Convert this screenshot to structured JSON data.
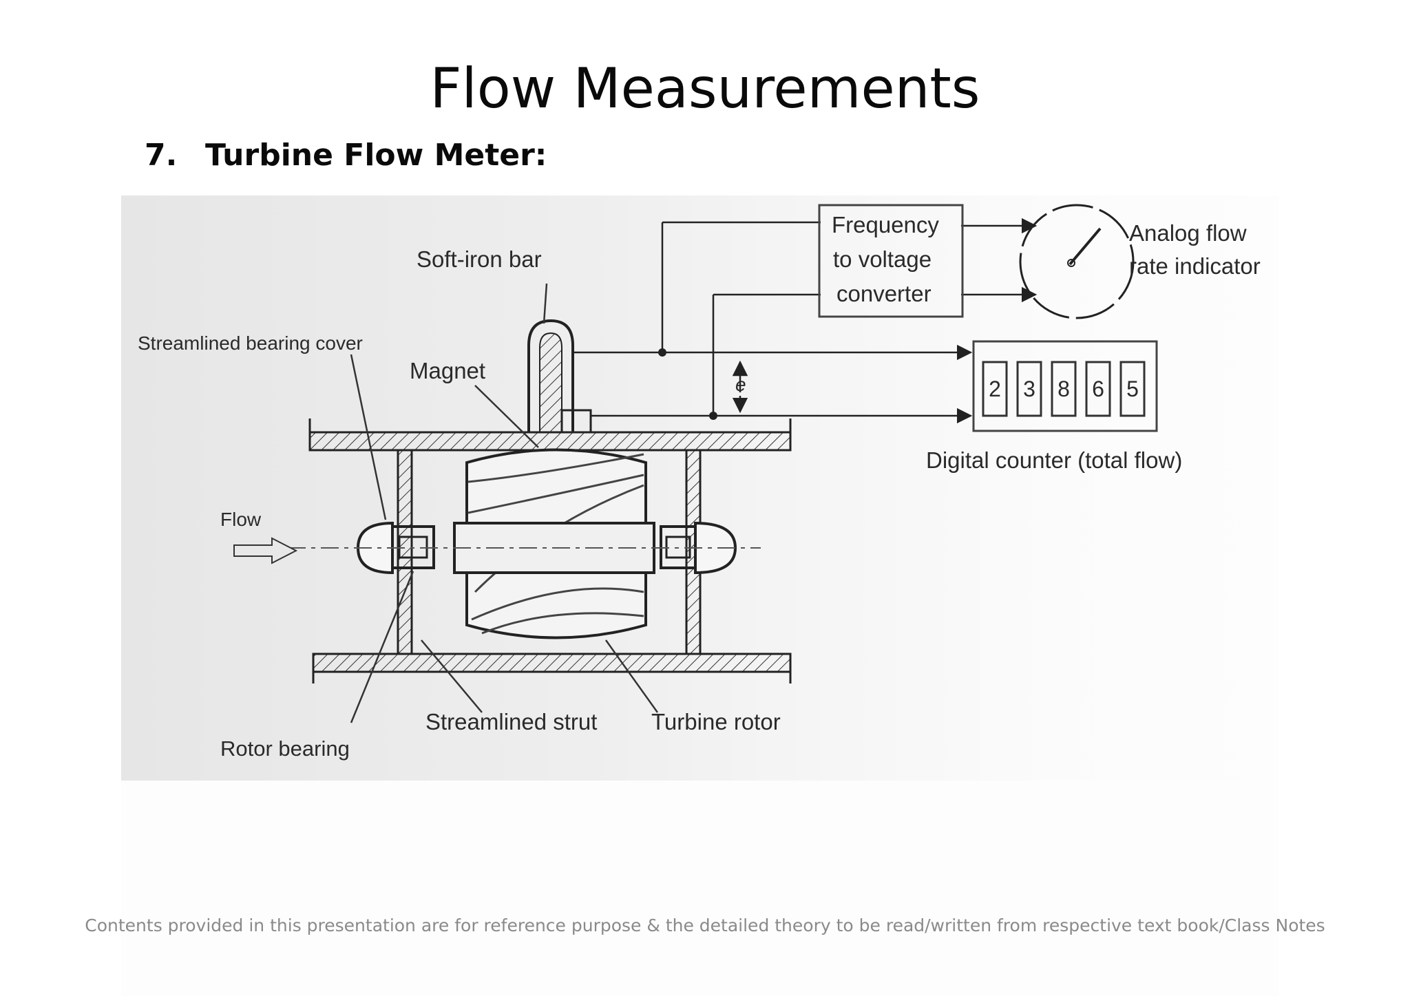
{
  "slide": {
    "title": "Flow Measurements",
    "subtitle_number": "7.",
    "subtitle_text": "Turbine Flow Meter:",
    "footer": "Contents provided in this presentation are for reference purpose & the detailed theory to be read/written from respective text book/Class Notes"
  },
  "diagram": {
    "labels": {
      "soft_iron_bar": "Soft-iron bar",
      "streamlined_bearing_cover": "Streamlined bearing cover",
      "magnet": "Magnet",
      "flow": "Flow",
      "streamlined_strut": "Streamlined strut",
      "turbine_rotor": "Turbine rotor",
      "rotor_bearing": "Rotor bearing",
      "emf": "e",
      "converter_line1": "Frequency",
      "converter_line2": "to voltage",
      "converter_line3": "converter",
      "analog_line1": "Analog flow",
      "analog_line2": "rate indicator",
      "digital_counter": "Digital counter (total flow)"
    },
    "counter_digits": [
      "2",
      "3",
      "8",
      "6",
      "5"
    ]
  }
}
